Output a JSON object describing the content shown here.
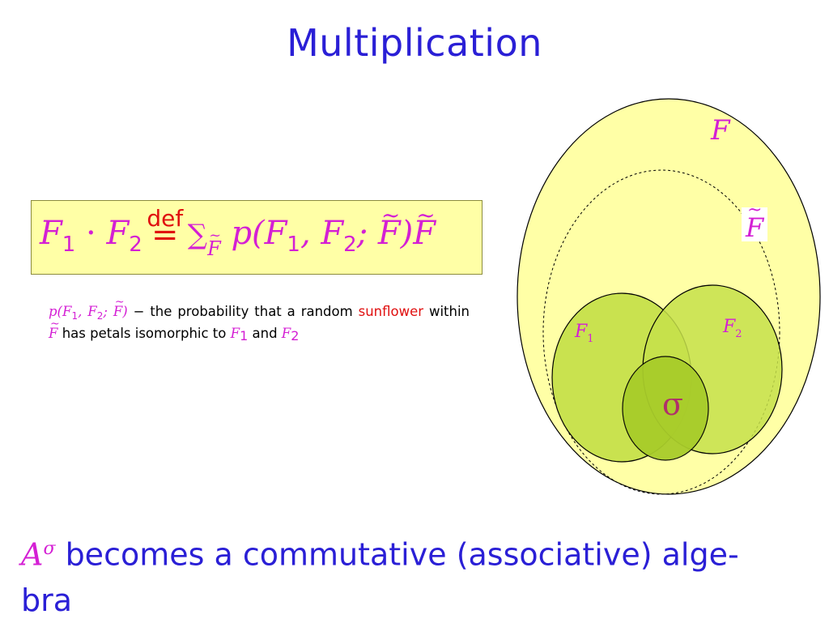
{
  "title": "Multiplication",
  "formula": {
    "f1": "F",
    "f1_sub": "1",
    "dot": " · ",
    "f2": "F",
    "f2_sub": "2",
    "def": "def",
    "eq": "=",
    "sum": "∑",
    "sum_sub": "F",
    "rhs_p": "p",
    "rhs_args": "(F",
    "rhs_sub1": "1",
    "rhs_comma": ", F",
    "rhs_sub2": "2",
    "rhs_semi": "; ",
    "rhs_ftilde": "F",
    "rhs_close": ")",
    "rhs_final": "F"
  },
  "description": {
    "prob_label_p": "p(F",
    "prob_sub1": "1",
    "prob_comma": ", F",
    "prob_sub2": "2",
    "prob_semi": "; ",
    "prob_ftilde": "F",
    "prob_close": ")",
    "dash_text": " − the probability that a random ",
    "sunflower": "sunflower",
    "within": " within ",
    "within_f": "F",
    "has_petals": " has petals isomorphic to ",
    "f1": "F",
    "f1_sub": "1",
    "and": " and ",
    "f2": "F",
    "f2_sub": "2"
  },
  "diagram": {
    "outer_label": "F",
    "inner_label": "F",
    "petal1_label": "F",
    "petal1_sub": "1",
    "petal2_label": "F",
    "petal2_sub": "2",
    "core_label": "σ",
    "colors": {
      "outer_fill": "#ffffa6",
      "petal_fill": "#c6e04a",
      "core_fill": "#a8cc2a",
      "label_magenta": "#d41fd4",
      "core_label_color": "#b0306a"
    }
  },
  "bottom": {
    "symbol": "A",
    "sup": "σ",
    "text": " becomes a commutative (associative) alge-",
    "text2": "bra"
  },
  "colors": {
    "title_blue": "#2a1fd6",
    "magenta": "#d41fd4",
    "red": "#e01010",
    "box_fill": "#ffffa6"
  }
}
